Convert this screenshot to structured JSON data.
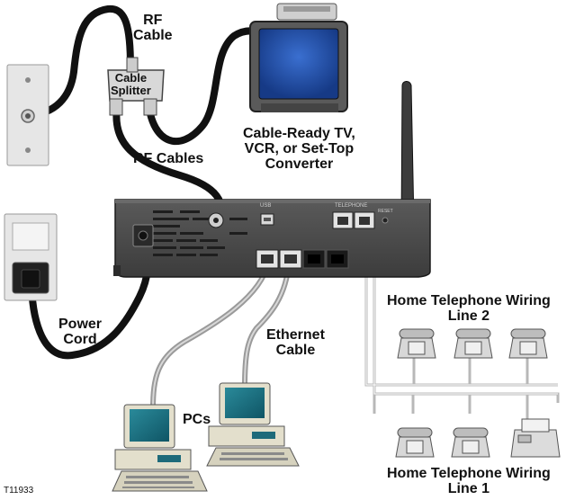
{
  "labels": {
    "rf_cable_line1": "RF",
    "rf_cable_line2": "Cable",
    "splitter_line1": "Cable",
    "splitter_line2": "Splitter",
    "tv_line1": "Cable-Ready TV,",
    "tv_line2": "VCR, or Set-Top",
    "tv_line3": "Converter",
    "rf_cables": "RF Cables",
    "home_wiring_2_line1": "Home Telephone Wiring",
    "home_wiring_2_line2": "Line 2",
    "power_line1": "Power",
    "power_line2": "Cord",
    "ethernet_line1": "Ethernet",
    "ethernet_line2": "Cable",
    "pcs": "PCs",
    "home_wiring_1_line1": "Home Telephone Wiring",
    "home_wiring_1_line2": "Line 1",
    "figure_id": "T11933"
  },
  "device_labels": {
    "usb": "USB",
    "telephone": "TELEPHONE",
    "reset": "RESET"
  },
  "colors": {
    "cable_black": "#111111",
    "device_gray": "#4a4a4a",
    "device_dark": "#333333",
    "wall_plate": "#e6e6e6",
    "screen_blue": "#1f4fa8",
    "phone_wire": "#b8b8b8",
    "computer_beige": "#e3dfcc"
  }
}
